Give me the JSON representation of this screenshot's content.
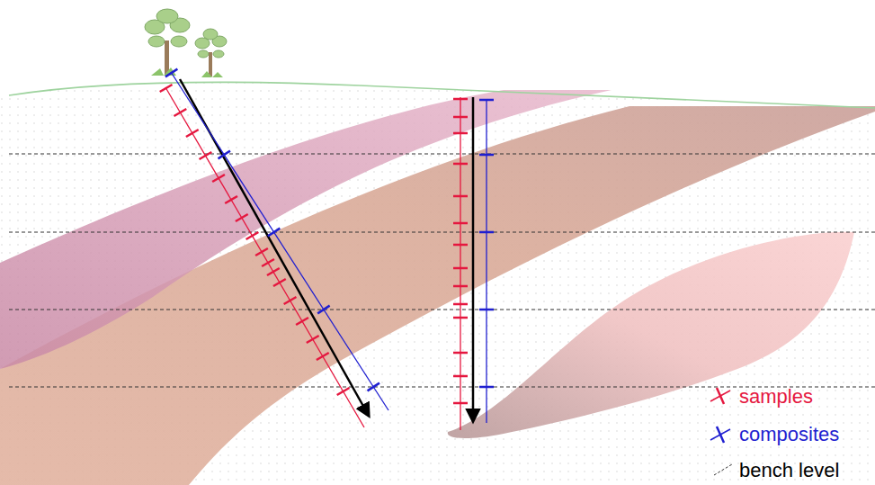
{
  "diagram": {
    "legend": [
      {
        "text": "samples"
      },
      {
        "text": "composites"
      },
      {
        "text": "bench level"
      }
    ]
  }
}
